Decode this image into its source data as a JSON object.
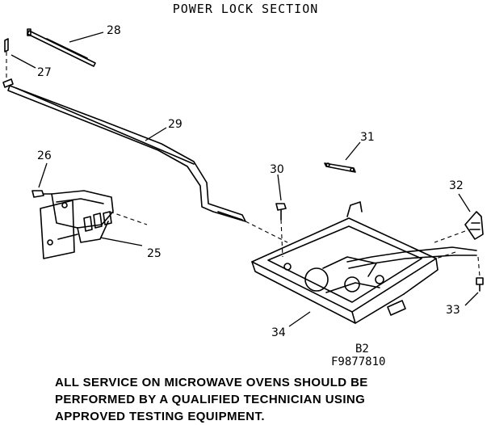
{
  "title": "POWER LOCK SECTION",
  "part_labels": {
    "p25": "25",
    "p26": "26",
    "p27": "27",
    "p28": "28",
    "p29": "29",
    "p30": "30",
    "p31": "31",
    "p32": "32",
    "p33": "33",
    "p34": "34"
  },
  "drawing_code": "B2",
  "part_number": "F9877810",
  "notice": {
    "line1": "ALL SERVICE ON MICROWAVE OVENS SHOULD BE",
    "line2": "PERFORMED BY A QUALIFIED TECHNICIAN USING",
    "line3": "APPROVED TESTING EQUIPMENT."
  }
}
